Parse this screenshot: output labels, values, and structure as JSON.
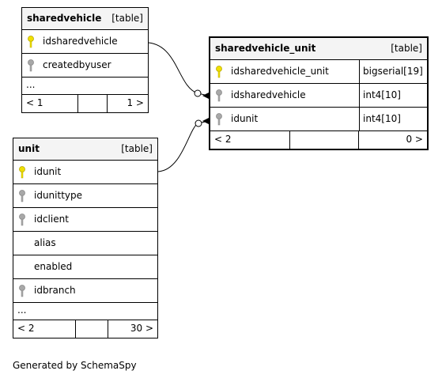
{
  "key_icon_colors": {
    "primary": "#f0e000",
    "foreign": "#a8a8a8"
  },
  "tables": {
    "sharedvehicle": {
      "name": "sharedvehicle",
      "kind": "[table]",
      "columns": [
        {
          "name": "idsharedvehicle",
          "icon": "primary-key-icon"
        },
        {
          "name": "createdbyuser",
          "icon": "foreign-key-icon"
        }
      ],
      "ellipsis": "...",
      "nav": {
        "left": "< 1",
        "right": "1 >"
      }
    },
    "sharedvehicle_unit": {
      "name": "sharedvehicle_unit",
      "kind": "[table]",
      "columns": [
        {
          "name": "idsharedvehicle_unit",
          "type": "bigserial[19]",
          "icon": "primary-key-icon"
        },
        {
          "name": "idsharedvehicle",
          "type": "int4[10]",
          "icon": "foreign-key-icon"
        },
        {
          "name": "idunit",
          "type": "int4[10]",
          "icon": "foreign-key-icon"
        }
      ],
      "nav": {
        "left": "< 2",
        "right": "0 >"
      }
    },
    "unit": {
      "name": "unit",
      "kind": "[table]",
      "columns": [
        {
          "name": "idunit",
          "icon": "primary-key-icon"
        },
        {
          "name": "idunittype",
          "icon": "foreign-key-icon"
        },
        {
          "name": "idclient",
          "icon": "foreign-key-icon"
        },
        {
          "name": "alias",
          "icon": ""
        },
        {
          "name": "enabled",
          "icon": ""
        },
        {
          "name": "idbranch",
          "icon": "foreign-key-icon"
        }
      ],
      "ellipsis": "...",
      "nav": {
        "left": "< 2",
        "right": "30 >"
      }
    }
  },
  "footer": "Generated by SchemaSpy"
}
